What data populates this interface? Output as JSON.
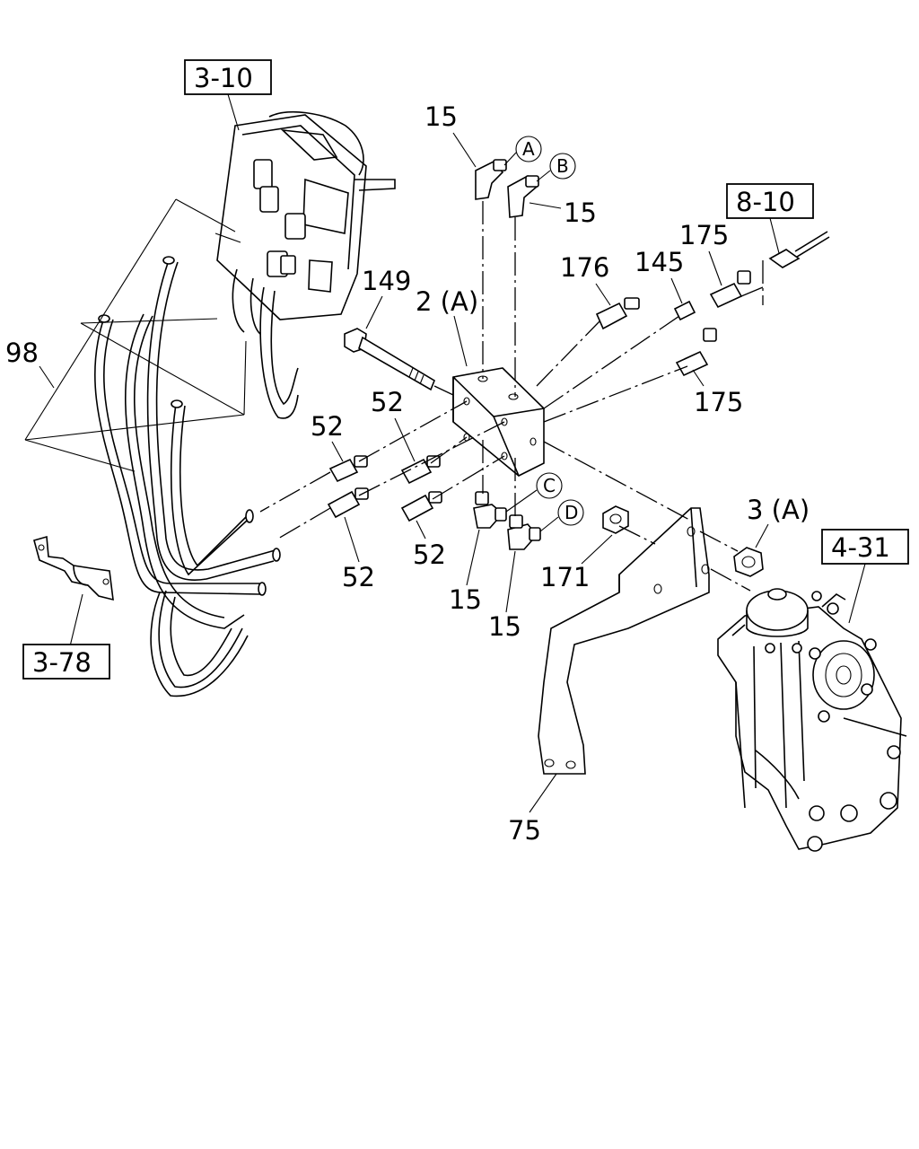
{
  "references": {
    "ref_3_10": "3-10",
    "ref_8_10": "8-10",
    "ref_4_31": "4-31",
    "ref_3_78": "3-78"
  },
  "callouts": {
    "c15_top": "15",
    "c15_right": "15",
    "c15_lower_left": "15",
    "c15_lower_right": "15",
    "c149": "149",
    "c2a": "2 (A)",
    "c176": "176",
    "c145": "145",
    "c175_top": "175",
    "c175_bottom": "175",
    "c98": "98",
    "c52_a": "52",
    "c52_b": "52",
    "c52_c": "52",
    "c52_d": "52",
    "c171": "171",
    "c3a": "3 (A)",
    "c75": "75"
  },
  "circle_labels": {
    "a": "A",
    "b": "B",
    "c": "C",
    "d": "D"
  }
}
